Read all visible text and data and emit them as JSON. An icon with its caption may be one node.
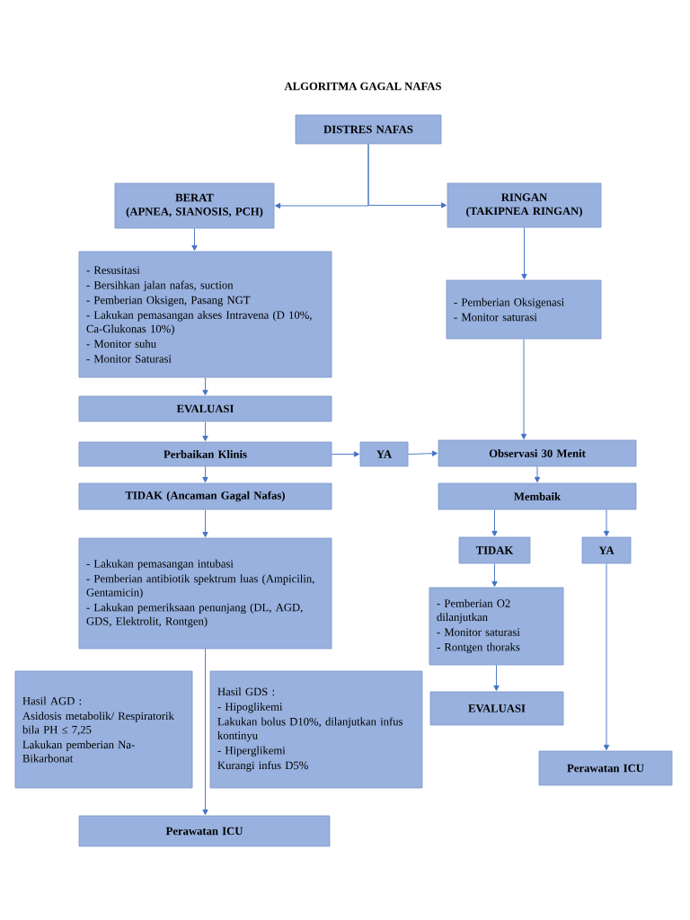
{
  "diagram": {
    "title": "ALGORITMA GAGAL NAFAS",
    "nodes": [
      {
        "text": [
          "DISTRES NAFAS"
        ]
      },
      {
        "text": [
          "BERAT",
          "(APNEA, SIANOSIS, PCH)"
        ]
      },
      {
        "text": [
          "RINGAN",
          "(TAKIPNEA RINGAN)"
        ]
      },
      {
        "text": [
          "- Resusitasi",
          "- Bersihkan jalan nafas, suction",
          "- Pemberian Oksigen, Pasang NGT",
          "- Lakukan pemasangan akses Intravena (D 10%, Ca-Glukonas 10%)",
          "- Monitor suhu",
          "- Monitor Saturasi"
        ]
      },
      {
        "text": [
          "- Pemberian Oksigenasi",
          "- Monitor saturasi"
        ]
      },
      {
        "text": [
          "EVALUASI"
        ]
      },
      {
        "text": [
          "Perbaikan Klinis"
        ]
      },
      {
        "text": [
          "YA"
        ]
      },
      {
        "text": [
          "Observasi 30 Menit"
        ]
      },
      {
        "text": [
          "TIDAK (Ancaman Gagal Nafas)"
        ]
      },
      {
        "text": [
          "Membaik"
        ]
      },
      {
        "text": [
          "- Lakukan pemasangan intubasi",
          "- Pemberian antibiotik spektrum luas (Ampicilin, Gentamicin)",
          "- Lakukan pemeriksaan penunjang (DL, AGD, GDS, Elektrolit, Rontgen)"
        ]
      },
      {
        "text": [
          "TIDAK"
        ]
      },
      {
        "text": [
          "YA"
        ]
      },
      {
        "text": [
          "- Pemberian O2 dilanjutkan",
          "- Monitor saturasi",
          "- Rontgen thoraks"
        ]
      },
      {
        "text": [
          "Hasil AGD :",
          "Asidosis metabolik/ Respiratorik bila PH ≤ 7,25",
          "Lakukan pemberian Na-Bikarbonat"
        ]
      },
      {
        "text": [
          "Hasil GDS :",
          "- Hipoglikemi",
          "Lakukan bolus D10%, dilanjutkan infus kontinyu",
          "- Hiperglikemi",
          "Kurangi infus D5%"
        ]
      },
      {
        "text": [
          "EVALUASI"
        ]
      },
      {
        "text": [
          "Perawatan ICU"
        ]
      },
      {
        "text": [
          "Perawatan ICU"
        ]
      }
    ],
    "edges": [
      {
        "from": 0,
        "to": 1,
        "arrow": "to"
      },
      {
        "from": 0,
        "to": 2,
        "arrow": "to"
      },
      {
        "from": 1,
        "to": 3,
        "arrow": "to"
      },
      {
        "from": 2,
        "to": 4,
        "arrow": "to"
      },
      {
        "from": 3,
        "to": 5,
        "arrow": "to"
      },
      {
        "from": 5,
        "to": 6,
        "arrow": "to"
      },
      {
        "from": 6,
        "to": 7,
        "arrow": "to"
      },
      {
        "from": 7,
        "to": 8,
        "arrow": "to"
      },
      {
        "from": 4,
        "to": 8,
        "arrow": "to"
      },
      {
        "from": 6,
        "to": 9,
        "arrow": "to"
      },
      {
        "from": 9,
        "to": 11,
        "arrow": "to"
      },
      {
        "from": 8,
        "to": 10,
        "arrow": "to"
      },
      {
        "from": 10,
        "to": 12,
        "arrow": "to"
      },
      {
        "from": 10,
        "to": 13,
        "arrow": "to"
      },
      {
        "from": 12,
        "to": 14,
        "arrow": "to"
      },
      {
        "from": 14,
        "to": 17,
        "arrow": "to"
      },
      {
        "from": 13,
        "to": 18,
        "arrow": "to"
      },
      {
        "from": 11,
        "to": 19,
        "arrow": "to"
      }
    ]
  }
}
